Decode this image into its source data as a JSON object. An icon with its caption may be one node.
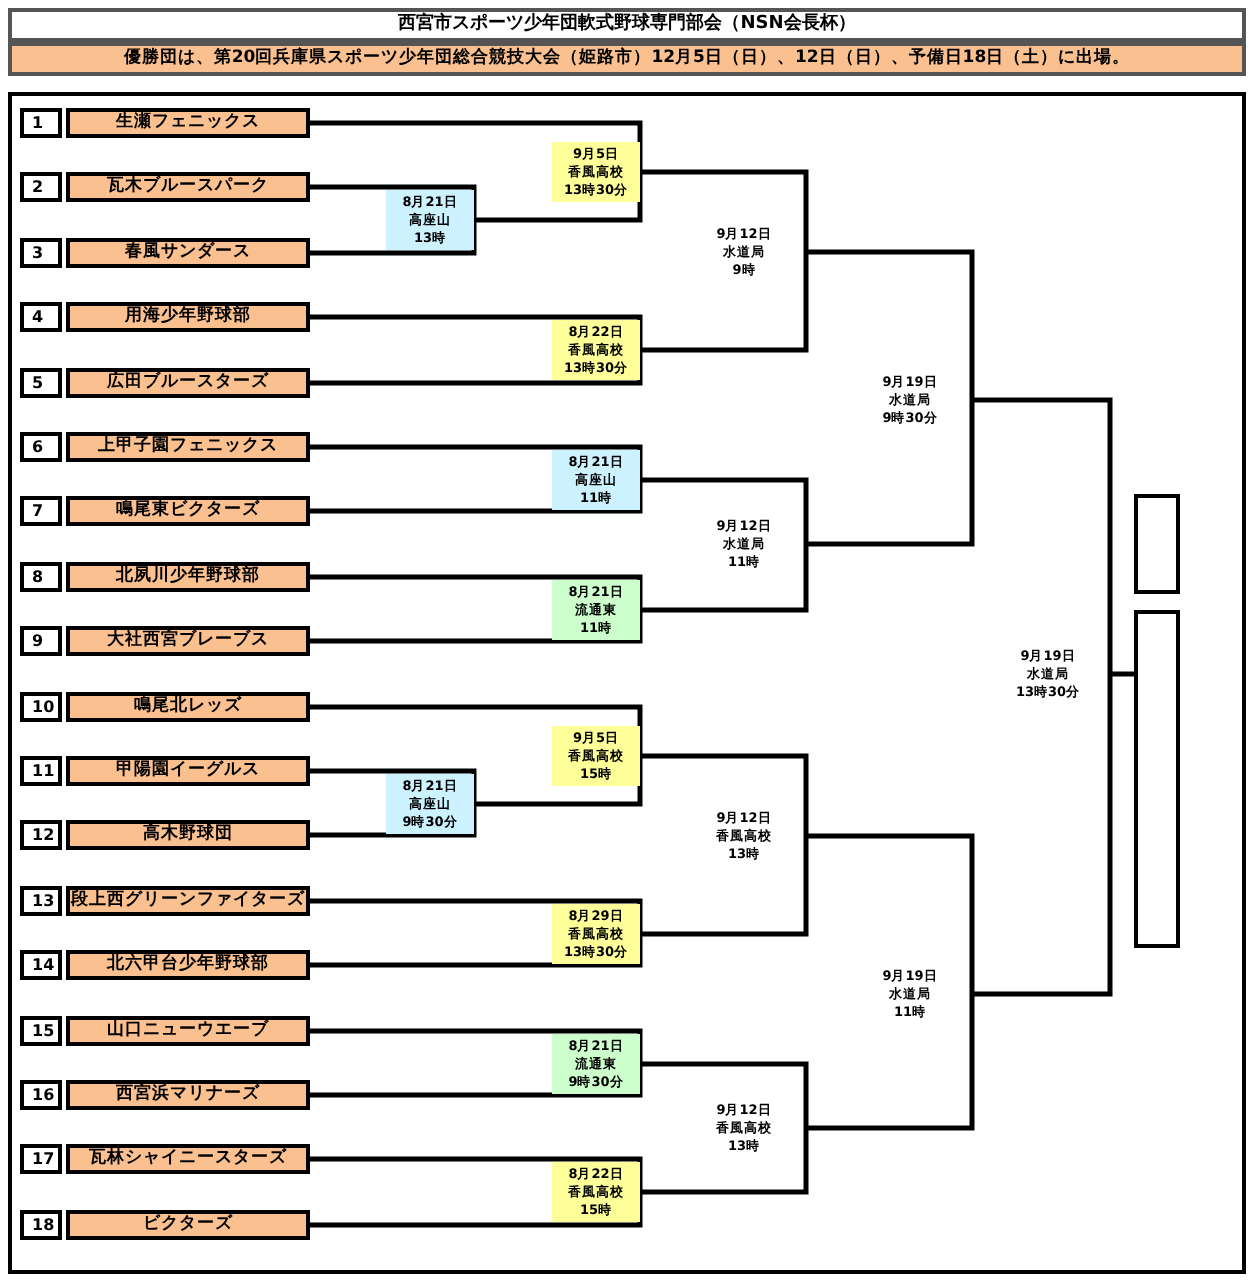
{
  "diagram": {
    "title": "西宮市スポーツ少年団軟式野球専門部会（NSN会長杯）",
    "nodes": [
      {
        "text": [
          "1",
          "生瀬フェニックス"
        ]
      },
      {
        "text": [
          "2",
          "瓦木ブルースパーク"
        ]
      },
      {
        "text": [
          "3",
          "春風サンダース"
        ]
      },
      {
        "text": [
          "4",
          "用海少年野球部"
        ]
      },
      {
        "text": [
          "5",
          "広田ブルースターズ"
        ]
      },
      {
        "text": [
          "6",
          "上甲子園フェニックス"
        ]
      },
      {
        "text": [
          "7",
          "鳴尾東ビクターズ"
        ]
      },
      {
        "text": [
          "8",
          "北夙川少年野球部"
        ]
      },
      {
        "text": [
          "9",
          "大社西宮ブレーブス"
        ]
      },
      {
        "text": [
          "10",
          "鳴尾北レッズ"
        ]
      },
      {
        "text": [
          "11",
          "甲陽園イーグルス"
        ]
      },
      {
        "text": [
          "12",
          "高木野球団"
        ]
      },
      {
        "text": [
          "13",
          "段上西グリーンファイターズ"
        ]
      },
      {
        "text": [
          "14",
          "北六甲台少年野球部"
        ]
      },
      {
        "text": [
          "15",
          "山口ニューウエーブ"
        ]
      },
      {
        "text": [
          "16",
          "西宮浜マリナーズ"
        ]
      },
      {
        "text": [
          "17",
          "瓦林シャイニースターズ"
        ]
      },
      {
        "text": [
          "18",
          "ビクターズ"
        ]
      },
      {
        "text": [
          "9月5日",
          "香風高校",
          "13時30分"
        ]
      },
      {
        "text": [
          "8月21日",
          "高座山",
          "13時"
        ]
      },
      {
        "text": [
          "9月12日",
          "水道局",
          "9時"
        ]
      },
      {
        "text": [
          "8月22日",
          "香風高校",
          "13時30分"
        ]
      },
      {
        "text": [
          "9月19日",
          "水道局",
          "9時30分"
        ]
      },
      {
        "text": [
          "8月21日",
          "高座山",
          "11時"
        ]
      },
      {
        "text": [
          "9月12日",
          "水道局",
          "11時"
        ]
      },
      {
        "text": [
          "8月21日",
          "流通東",
          "11時"
        ]
      },
      {
        "text": [
          "9月19日",
          "水道局",
          "13時30分"
        ]
      },
      {
        "text": [
          "9月5日",
          "香風高校",
          "15時"
        ]
      },
      {
        "text": [
          "8月21日",
          "高座山",
          "9時30分"
        ]
      },
      {
        "text": [
          "9月12日",
          "香風高校",
          "13時"
        ]
      },
      {
        "text": [
          "8月29日",
          "香風高校",
          "13時30分"
        ]
      },
      {
        "text": [
          "9月19日",
          "水道局",
          "11時"
        ]
      },
      {
        "text": [
          "8月21日",
          "流通東",
          "9時30分"
        ]
      },
      {
        "text": [
          "9月12日",
          "香風高校",
          "13時"
        ]
      },
      {
        "text": [
          "8月22日",
          "香風高校",
          "15時"
        ]
      },
      {
        "text": [],
        "shape": "box"
      },
      {
        "text": [],
        "shape": "box"
      }
    ],
    "edges": [
      {
        "from": 0,
        "to": 18,
        "arrow": "none"
      },
      {
        "from": 1,
        "to": 19,
        "arrow": "none"
      },
      {
        "from": 2,
        "to": 19,
        "arrow": "none"
      },
      {
        "from": 19,
        "to": 18,
        "arrow": "none"
      },
      {
        "from": 3,
        "to": 21,
        "arrow": "none"
      },
      {
        "from": 4,
        "to": 21,
        "arrow": "none"
      },
      {
        "from": 18,
        "to": 20,
        "arrow": "none"
      },
      {
        "from": 21,
        "to": 20,
        "arrow": "none"
      },
      {
        "from": 5,
        "to": 23,
        "arrow": "none"
      },
      {
        "from": 6,
        "to": 23,
        "arrow": "none"
      },
      {
        "from": 7,
        "to": 25,
        "arrow": "none"
      },
      {
        "from": 8,
        "to": 25,
        "arrow": "none"
      },
      {
        "from": 23,
        "to": 24,
        "arrow": "none"
      },
      {
        "from": 25,
        "to": 24,
        "arrow": "none"
      },
      {
        "from": 20,
        "to": 22,
        "arrow": "none"
      },
      {
        "from": 24,
        "to": 22,
        "arrow": "none"
      },
      {
        "from": 9,
        "to": 27,
        "arrow": "none"
      },
      {
        "from": 10,
        "to": 28,
        "arrow": "none"
      },
      {
        "from": 11,
        "to": 28,
        "arrow": "none"
      },
      {
        "from": 28,
        "to": 27,
        "arrow": "none"
      },
      {
        "from": 12,
        "to": 30,
        "arrow": "none"
      },
      {
        "from": 13,
        "to": 30,
        "arrow": "none"
      },
      {
        "from": 27,
        "to": 29,
        "arrow": "none"
      },
      {
        "from": 30,
        "to": 29,
        "arrow": "none"
      },
      {
        "from": 14,
        "to": 32,
        "arrow": "none"
      },
      {
        "from": 15,
        "to": 32,
        "arrow": "none"
      },
      {
        "from": 16,
        "to": 34,
        "arrow": "none"
      },
      {
        "from": 17,
        "to": 34,
        "arrow": "none"
      },
      {
        "from": 32,
        "to": 33,
        "arrow": "none"
      },
      {
        "from": 34,
        "to": 33,
        "arrow": "none"
      },
      {
        "from": 29,
        "to": 31,
        "arrow": "none"
      },
      {
        "from": 33,
        "to": 31,
        "arrow": "none"
      },
      {
        "from": 22,
        "to": 26,
        "arrow": "none"
      },
      {
        "from": 31,
        "to": 26,
        "arrow": "none"
      },
      {
        "from": 26,
        "to": 36,
        "arrow": "none"
      }
    ],
    "labels": [
      "優勝団は、第20回兵庫県スポーツ少年団総合競技大会（姫路市）12月5日（日）、12日（日）、予備日18日（土）に出場。"
    ]
  }
}
